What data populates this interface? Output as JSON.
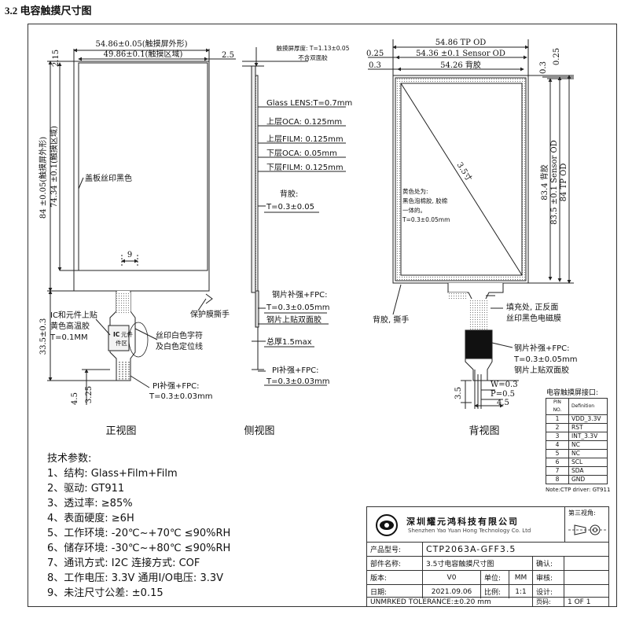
{
  "heading": "3.2 电容触摸尺寸图",
  "front": {
    "w_total": "54.86±0.05(触摸屏外形)",
    "w_active": "49.86±0.1(触摸区域)",
    "right_margin": "2.5",
    "top_margin": "2.15",
    "h_total": "84 ±0.05(触摸屏外形)",
    "h_active": "74.34 ±0.1(触摸区域)",
    "cover_note": "盖板丝印黑色",
    "fpc_w": "9",
    "fpc_len": "33.5±0.3",
    "ic_note": [
      "IC和元件上贴",
      "黄色高温胶",
      "T=0.1MM"
    ],
    "chip": [
      "IC",
      "元件",
      "件区"
    ],
    "silk_note": [
      "丝印白色字符",
      "及白色定位线"
    ],
    "peel_note": "保护膜撕手",
    "pi_note": [
      "PI补强+FPC:",
      "T=0.3±0.03mm"
    ],
    "dim_45": "4.5",
    "dim_325": "3.25",
    "caption": "正视图"
  },
  "side": {
    "thickness": [
      "触摸屏厚度: T=1.13±0.05",
      "不含双面胶"
    ],
    "layers": [
      "Glass LENS:T=0.7mm",
      "上层OCA: 0.125mm",
      "上层FILM: 0.125mm",
      "下层OCA: 0.05mm",
      "下层FILM: 0.125mm"
    ],
    "backglue": [
      "背胶:",
      "T=0.3±0.05"
    ],
    "steel": [
      "钢片补强+FPC:",
      "T=0.3±0.05mm",
      "钢片上贴双面胶"
    ],
    "total": "总厚1.5max",
    "pi": [
      "PI补强+FPC:",
      "T=0.3±0.03mm"
    ],
    "caption": "侧视图"
  },
  "back": {
    "tp_od": "54.86 TP OD",
    "sensor_od": "54.36 ±0.1 Sensor OD",
    "back_glue": "54.26 背胶",
    "left_025": "0.25",
    "left_03": "0.3",
    "r_03": "0.3",
    "r_025": "0.25",
    "h_back": "83.4 背胶",
    "h_sensor": "83.5 ±0.1 Sensor OD",
    "h_tp": "84 TP OD",
    "diag": "3.5寸",
    "foam_note": [
      "黄色处为:",
      "黑色泡棉胶, 胶棉",
      "一体的。",
      "T=0.3±0.05mm"
    ],
    "fill_note": [
      "填充处, 正反面",
      "丝印黑色电磁膜"
    ],
    "peel": "背胶, 撕手",
    "steel": [
      "钢片补强+FPC:",
      "T=0.3±0.05mm",
      "钢片上贴双面胶"
    ],
    "w03": "W=0.3",
    "p05": "P=0.5",
    "d45": "4.5",
    "d35": "3.5",
    "caption": "背视图"
  },
  "params": {
    "title": "技术参数:",
    "lines": [
      "1、结构: Glass+Film+Film",
      "2、驱动: GT911",
      "3、透过率: ≥85%",
      "4、表面硬度: ≥6H",
      "5、工作环境: -20℃~+70℃ ≤90%RH",
      "6、储存环境: -30℃~+80℃ ≤90%RH",
      "7、通讯方式: I2C 连接方式: COF",
      "8、工作电压: 3.3V 通用I/O电压: 3.3V",
      "9、未注尺寸公差: ±0.15"
    ]
  },
  "pins": {
    "title": "电容触摸屏接口:",
    "head_no": "PIN NO.",
    "head_def": "Definition",
    "rows": [
      [
        "1",
        "VDD_3.3V"
      ],
      [
        "2",
        "RST"
      ],
      [
        "3",
        "INT_3.3V"
      ],
      [
        "4",
        "NC"
      ],
      [
        "5",
        "NC"
      ],
      [
        "6",
        "SCL"
      ],
      [
        "7",
        "SDA"
      ],
      [
        "8",
        "GND"
      ]
    ],
    "note": "Note:CTP driver: GT911"
  },
  "titleblock": {
    "company_cn": "深圳耀元鸿科技有限公司",
    "company_en": "Shenzhen Yao Yuan Hong Technology Co. Ltd",
    "projection": "第三视角:",
    "model_label": "产品型号:",
    "model": "CTP2063A-GFF3.5",
    "part_label": "部件名称:",
    "part": "3.5寸电容触摸尺寸图",
    "confirm": "确认:",
    "ver_label": "版本:",
    "ver": "V0",
    "unit_label": "单位:",
    "unit": "MM",
    "review": "审核:",
    "date_label": "日期:",
    "date": "2021.09.06",
    "scale_label": "比例:",
    "scale": "1:1",
    "design": "设计:",
    "tolerance": "UNMRKED TOLERANCE:±0.20 mm",
    "page_label": "页码:",
    "page": "1 OF 1"
  }
}
